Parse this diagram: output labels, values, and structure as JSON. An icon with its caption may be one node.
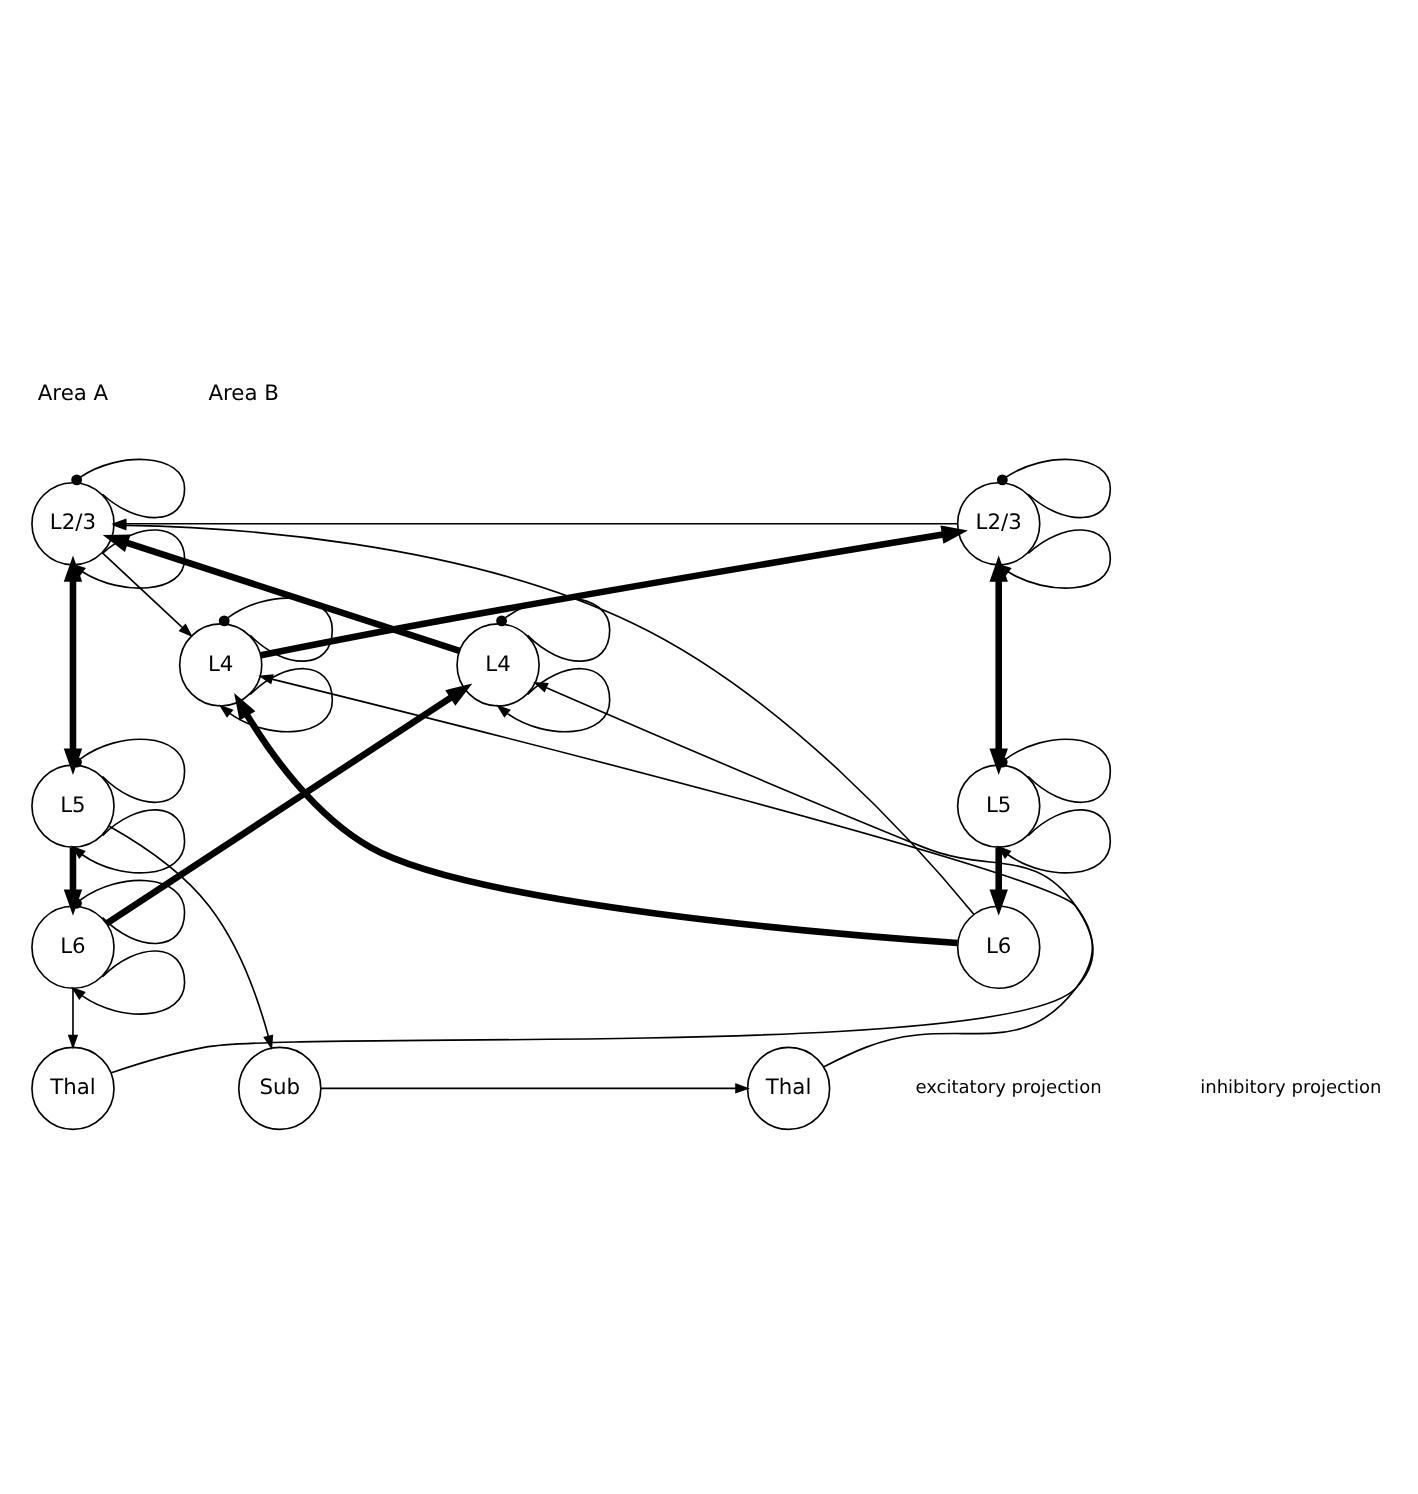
{
  "diagram": {
    "nodes": [
      {
        "text": [
          "L2/3"
        ]
      },
      {
        "text": [
          "L4"
        ]
      },
      {
        "text": [
          "L5"
        ]
      },
      {
        "text": [
          "L6"
        ]
      },
      {
        "text": [
          "L2/3"
        ]
      },
      {
        "text": [
          "L4"
        ]
      },
      {
        "text": [
          "L5"
        ]
      },
      {
        "text": [
          "L6"
        ]
      },
      {
        "text": [
          "Thal"
        ]
      },
      {
        "text": [
          "Sub"
        ]
      },
      {
        "text": [
          "Thal"
        ]
      }
    ],
    "edges": [
      {
        "from": 0,
        "to": 0,
        "arrow": "other"
      },
      {
        "from": 0,
        "to": 0,
        "arrow": "to"
      },
      {
        "from": 1,
        "to": 1,
        "arrow": "other"
      },
      {
        "from": 1,
        "to": 1,
        "arrow": "to"
      },
      {
        "from": 2,
        "to": 2,
        "arrow": "other"
      },
      {
        "from": 2,
        "to": 2,
        "arrow": "to"
      },
      {
        "from": 3,
        "to": 3,
        "arrow": "other"
      },
      {
        "from": 3,
        "to": 3,
        "arrow": "to"
      },
      {
        "from": 4,
        "to": 4,
        "arrow": "other"
      },
      {
        "from": 4,
        "to": 4,
        "arrow": "to"
      },
      {
        "from": 5,
        "to": 5,
        "arrow": "other"
      },
      {
        "from": 5,
        "to": 5,
        "arrow": "to"
      },
      {
        "from": 6,
        "to": 6,
        "arrow": "other"
      },
      {
        "from": 6,
        "to": 6,
        "arrow": "to"
      },
      {
        "from": 1,
        "to": 0,
        "arrow": "to",
        "style": "thick"
      },
      {
        "from": 0,
        "to": 2,
        "arrow": "both",
        "style": "thick"
      },
      {
        "from": 2,
        "to": 3,
        "arrow": "to",
        "style": "thick"
      },
      {
        "from": 3,
        "to": 1,
        "arrow": "to",
        "style": "thick"
      },
      {
        "from": 5,
        "to": 4,
        "arrow": "to",
        "style": "thick"
      },
      {
        "from": 4,
        "to": 6,
        "arrow": "both",
        "style": "thick"
      },
      {
        "from": 6,
        "to": 7,
        "arrow": "to",
        "style": "thick"
      },
      {
        "from": 7,
        "to": 5,
        "arrow": "to",
        "style": "thick"
      },
      {
        "from": 0,
        "to": 5,
        "arrow": "to"
      },
      {
        "from": 4,
        "to": 0,
        "arrow": "to"
      },
      {
        "from": 7,
        "to": 0,
        "arrow": "to"
      },
      {
        "from": 2,
        "to": 9,
        "arrow": "to"
      },
      {
        "from": 3,
        "to": 8,
        "arrow": "to"
      },
      {
        "from": 8,
        "to": 1,
        "arrow": "to"
      },
      {
        "from": 9,
        "to": 10,
        "arrow": "to"
      },
      {
        "from": 10,
        "to": 5,
        "arrow": "to"
      }
    ],
    "labels": [
      "Area A",
      "Area B"
    ],
    "legend": [
      {
        "text": "excitatory projection"
      },
      {
        "text": "inhibitory projection"
      }
    ]
  }
}
